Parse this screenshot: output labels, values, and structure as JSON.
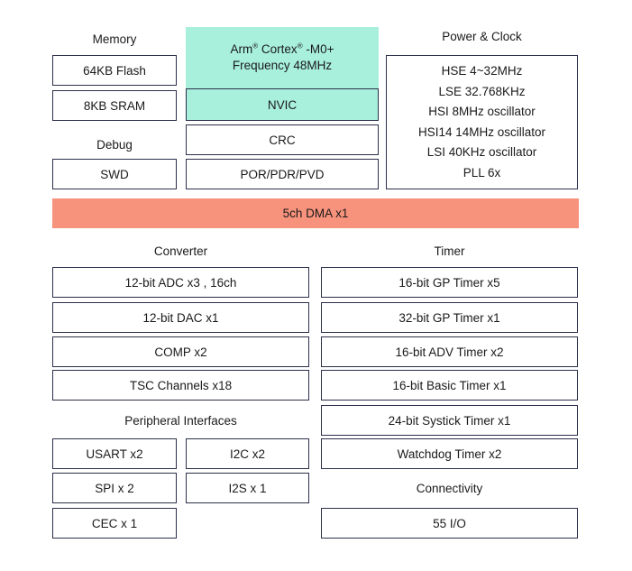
{
  "headers": {
    "memory": "Memory",
    "debug": "Debug",
    "power_clock": "Power & Clock",
    "converter": "Converter",
    "timer": "Timer",
    "peripheral": "Peripheral Interfaces",
    "connectivity": "Connectivity"
  },
  "memory": {
    "flash": "64KB Flash",
    "sram": "8KB SRAM"
  },
  "debug": {
    "swd": "SWD"
  },
  "core": {
    "arm": "Arm",
    "cortex": " Cortex",
    "reg": "®",
    "model": " -M0+",
    "frequency": "Frequency 48MHz",
    "nvic": "NVIC",
    "crc": "CRC",
    "por": "POR/PDR/PVD"
  },
  "power_clock": {
    "items": [
      "HSE 4~32MHz",
      "LSE 32.768KHz",
      "HSI 8MHz oscillator",
      "HSI14 14MHz oscillator",
      "LSI 40KHz oscillator",
      "PLL 6x"
    ]
  },
  "dma": "5ch DMA x1",
  "converter": {
    "items": [
      "12-bit ADC x3 , 16ch",
      "12-bit DAC x1",
      "COMP x2",
      "TSC Channels x18"
    ]
  },
  "timer": {
    "items": [
      "16-bit GP Timer x5",
      "32-bit GP Timer x1",
      "16-bit  ADV Timer x2",
      "16-bit Basic Timer x1",
      "24-bit  Systick Timer x1",
      "Watchdog Timer x2"
    ]
  },
  "peripheral": {
    "usart": "USART x2",
    "i2c": "I2C x2",
    "spi": "SPI x 2",
    "i2s": "I2S x 1",
    "cec": "CEC x 1"
  },
  "connectivity": {
    "io": "55 I/O"
  },
  "colors": {
    "core": "#a8f0dc",
    "dma": "#f7927c",
    "border": "#2b2f4a"
  }
}
